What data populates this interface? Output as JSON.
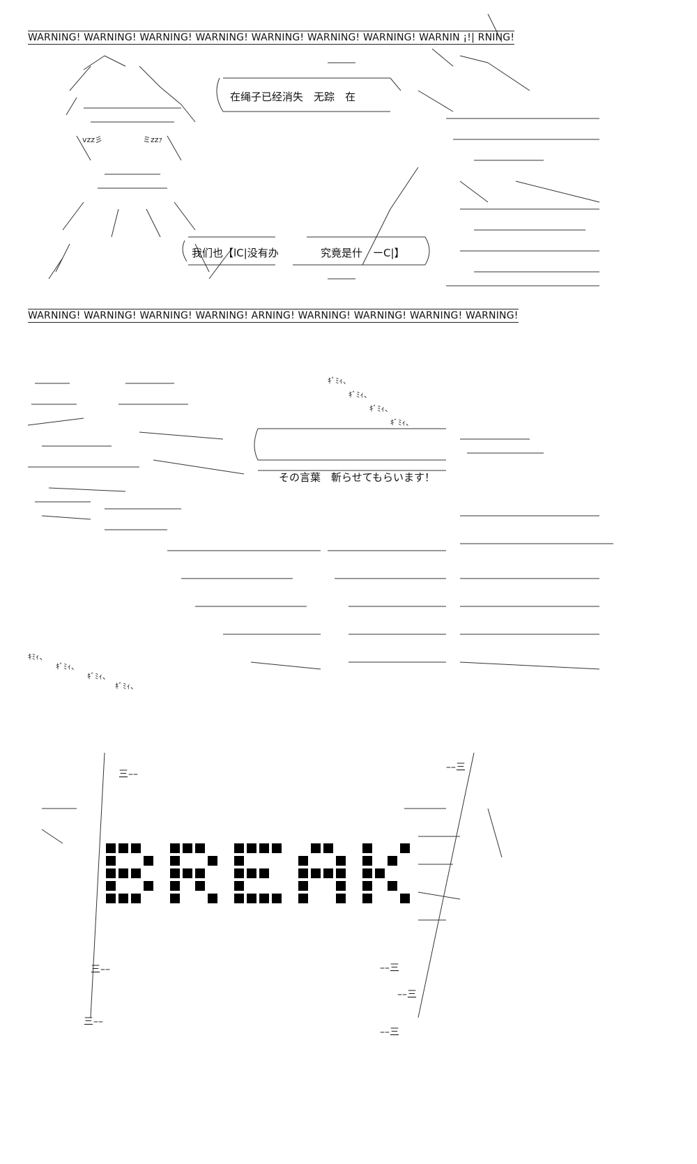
{
  "panel1": {
    "warning_top": "WARNING! WARNING! WARNING! WARNING! WARNING! WARNING! WARNING! WARNIN ¡!|  RNING!",
    "warning_bottom": "WARNING! WARNING! WARNING! WARNING! ARNING! WARNING! WARNING! WARNING! WARNING!",
    "bubble_a": "在绳子已经消失",
    "bubble_a2": "无踪",
    "bubble_a3": "在",
    "bubble_b": "我们也【lC|没有办",
    "bubble_c": "究竟是什",
    "bubble_c2": "ーC|】",
    "sfx_zzz1": "vzz彡",
    "sfx_zzz2": "ミzzｧ"
  },
  "panel2": {
    "bubble": "その言葉　斬らせてもらいます！",
    "sfx_kimi": "ｷﾞﾐｨ、",
    "sfx_kimi_list": [
      "ｷﾞﾐｨ、",
      "ｷﾞﾐｨ、",
      "ｷﾞﾐｨ、",
      "ｷﾞﾐｨ、"
    ],
    "sfx_kimi_bottom": [
      "ｷﾐｨ、",
      "ｷﾞﾐｨ、",
      "ｷﾞﾐｨ、",
      "ｷﾞﾐｨ、"
    ]
  },
  "panel3": {
    "break_text": "BREAK",
    "dash": "三––",
    "dash2": "––三"
  }
}
